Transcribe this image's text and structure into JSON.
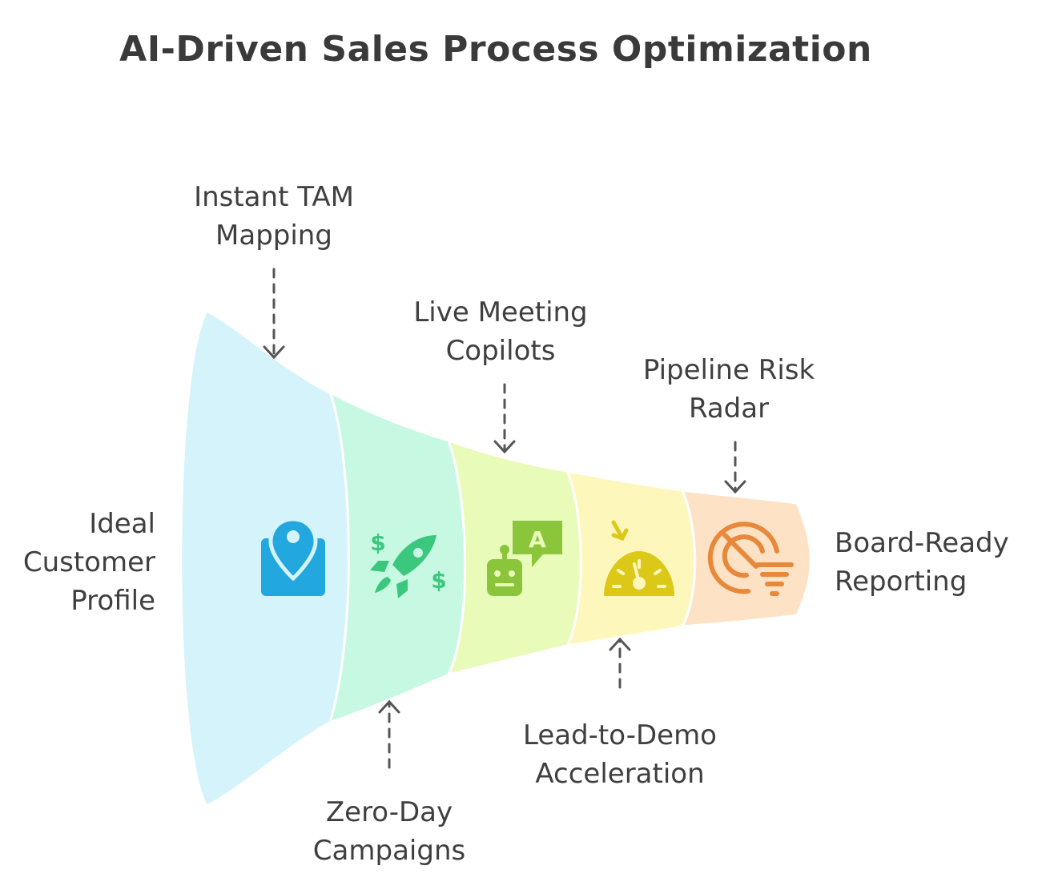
{
  "title": "AI-Driven Sales Process Optimization",
  "start_label": [
    "Ideal",
    "Customer",
    "Profile"
  ],
  "end_label": [
    "Board-Ready",
    "Reporting"
  ],
  "stages": [
    {
      "label": [
        "Instant TAM",
        "Mapping"
      ],
      "position": "top",
      "color": "#d4f3fb",
      "icon": "map-pin-icon",
      "icon_color": "#22a8de"
    },
    {
      "label": [
        "Zero-Day",
        "Campaigns"
      ],
      "position": "bottom",
      "color": "#c7f8e1",
      "icon": "rocket-dollar-icon",
      "icon_color": "#3cc77f"
    },
    {
      "label": [
        "Live Meeting",
        "Copilots"
      ],
      "position": "top",
      "color": "#e9fbb9",
      "icon": "robot-chat-icon",
      "icon_color": "#8bc53c"
    },
    {
      "label": [
        "Lead-to-Demo",
        "Acceleration"
      ],
      "position": "bottom",
      "color": "#fef7bc",
      "icon": "speedometer-icon",
      "icon_color": "#dcc819"
    },
    {
      "label": [
        "Pipeline Risk",
        "Radar"
      ],
      "position": "top",
      "color": "#fee2c6",
      "icon": "radar-icon",
      "icon_color": "#e8883a"
    }
  ]
}
